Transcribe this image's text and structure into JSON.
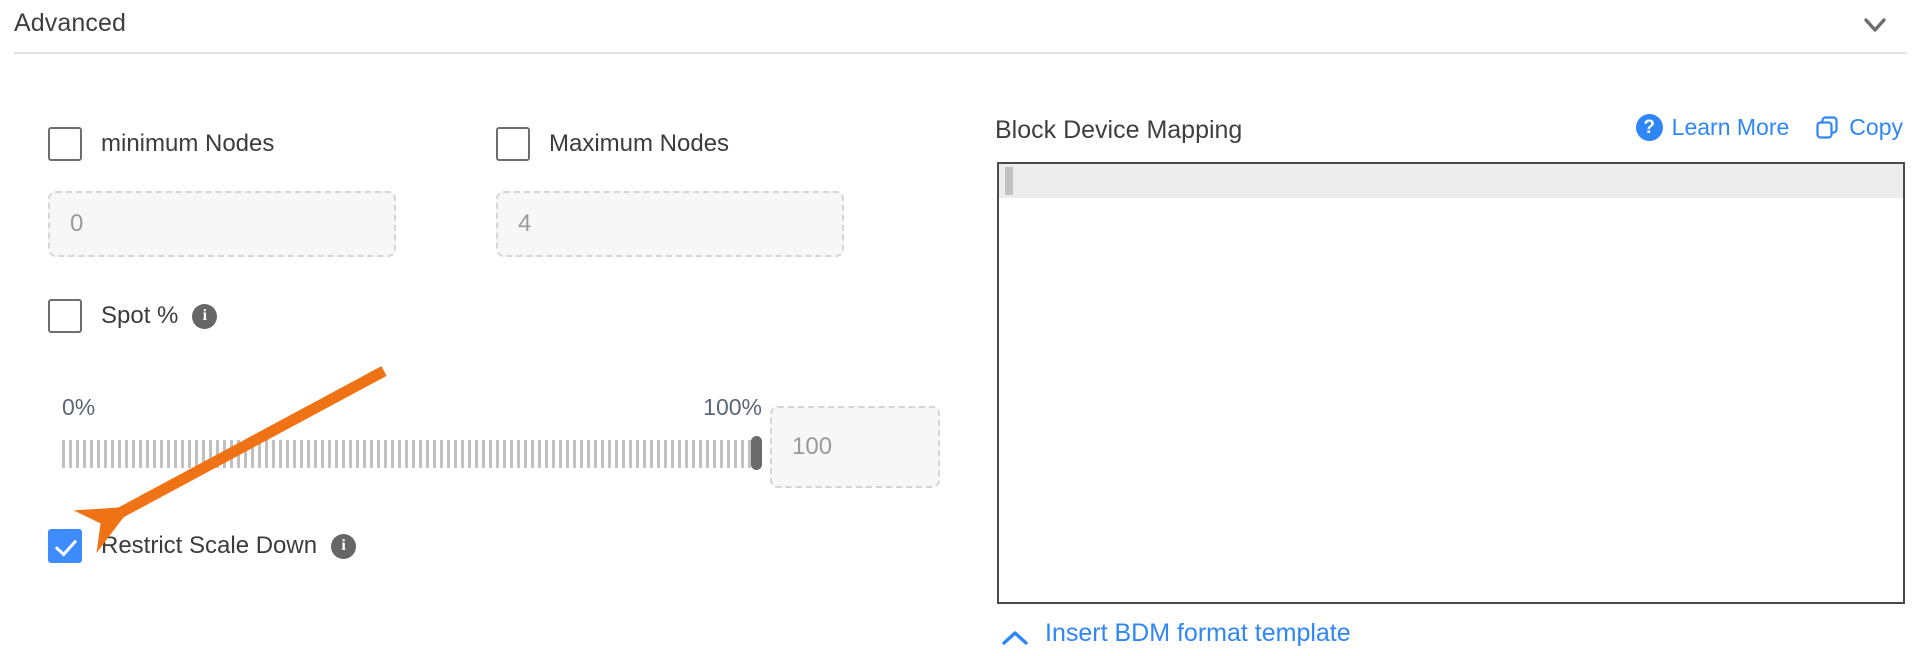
{
  "section": {
    "title": "Advanced",
    "collapse_icon": "chevron-down-icon"
  },
  "left": {
    "min_nodes": {
      "label": "minimum Nodes",
      "checked": false,
      "input_value": "",
      "input_placeholder": "0"
    },
    "max_nodes": {
      "label": "Maximum Nodes",
      "checked": false,
      "input_value": "",
      "input_placeholder": "4"
    },
    "spot": {
      "label": "Spot %",
      "checked": false,
      "info_icon": "info-icon",
      "info_glyph": "i"
    },
    "slider": {
      "min_label": "0%",
      "max_label": "100%",
      "value": 100,
      "min": 0,
      "max": 100,
      "input_value": "",
      "input_placeholder": "100"
    },
    "restrict_scale_down": {
      "label": "Restrict Scale Down",
      "checked": true,
      "info_icon": "info-icon",
      "info_glyph": "i"
    }
  },
  "right": {
    "title": "Block Device Mapping",
    "learn_more": {
      "label": "Learn More",
      "icon": "question-circle-icon",
      "glyph": "?"
    },
    "copy": {
      "label": "Copy",
      "icon": "copy-icon"
    },
    "editor": {
      "value": "",
      "placeholder": ""
    },
    "insert_template": {
      "label": "Insert BDM format template",
      "icon": "chevron-up-icon"
    }
  },
  "annotation": {
    "type": "arrow",
    "color": "#ef7215",
    "points_to": "restrict-scale-down-checkbox"
  },
  "colors": {
    "accent_blue": "#2f86f6",
    "checkbox_checked": "#3d8bfd",
    "annotation_orange": "#ef7215",
    "slider_tick": "#c0c0c0",
    "slider_thumb": "#6b6b6b",
    "text_primary": "#3c3c3c",
    "label_muted": "#5d6677"
  }
}
